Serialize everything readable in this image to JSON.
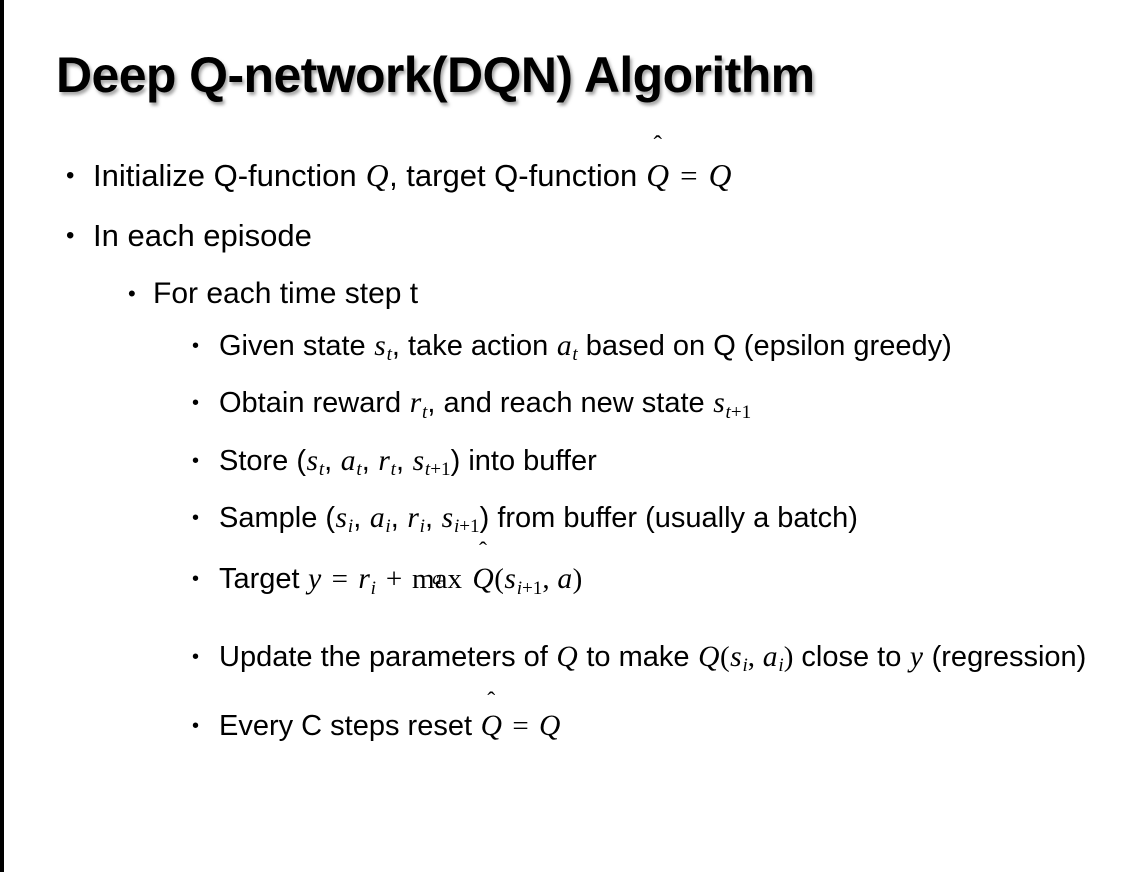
{
  "slide": {
    "title": "Deep Q-network(DQN) Algorithm",
    "background_color": "#ffffff",
    "text_color": "#000000",
    "edge_accent_color": "#000000",
    "bullet_glyph": "•"
  },
  "content": {
    "b1": {
      "pre": "Initialize Q-function ",
      "q1": "Q",
      "mid": ", target Q-function ",
      "qhat": "Q",
      "hat": "̂",
      "eq": "=",
      "q2": "Q"
    },
    "b2": {
      "text": "In each episode"
    },
    "b3": {
      "text": "For each time step t"
    },
    "b4": {
      "pre": "Given state ",
      "s": "s",
      "s_sub": "t",
      "mid": ", take action ",
      "a": "a",
      "a_sub": "t",
      "post": " based on Q (epsilon greedy)"
    },
    "b5": {
      "pre": "Obtain reward ",
      "r": "r",
      "r_sub": "t",
      "mid": ", and reach new state ",
      "s": "s",
      "s_sub_i": "t",
      "s_sub_plus": "+1"
    },
    "b6": {
      "pre": "Store (",
      "s": "s",
      "s_sub": "t",
      "c1": ", ",
      "a": "a",
      "a_sub": "t",
      "c2": ", ",
      "r": "r",
      "r_sub": "t",
      "c3": ", ",
      "s2": "s",
      "s2_sub_i": "t",
      "s2_sub_plus": "+1",
      "post": ") into buffer"
    },
    "b7": {
      "pre": "Sample (",
      "s": "s",
      "s_sub": "i",
      "c1": ", ",
      "a": "a",
      "a_sub": "i",
      "c2": ", ",
      "r": "r",
      "r_sub": "i",
      "c3": ", ",
      "s2": "s",
      "s2_sub_i": "i",
      "s2_sub_plus": "+1",
      "post": ") from buffer (usually a batch)"
    },
    "b8": {
      "pre": "Target ",
      "y": "y",
      "eq": "=",
      "r": "r",
      "r_sub": "i",
      "plus": "+",
      "max": "max",
      "max_under": "a",
      "qhat": "Q",
      "hat": "̂",
      "paren_open": "(",
      "s": "s",
      "s_sub_i": "i",
      "s_sub_plus": "+1",
      "comma": ", ",
      "a": "a",
      "paren_close": ")"
    },
    "b9": {
      "pre": "Update the parameters of ",
      "q1": "Q",
      "mid": " to make ",
      "q2": "Q",
      "paren_open": "(",
      "s": "s",
      "s_sub": "i",
      "comma": ", ",
      "a": "a",
      "a_sub": "i",
      "paren_close": ")",
      "post": " close to ",
      "y": "y",
      "tail": " (regression)"
    },
    "b10": {
      "pre": "Every C steps reset ",
      "qhat": "Q",
      "hat": "̂",
      "eq": "=",
      "q": "Q"
    }
  }
}
